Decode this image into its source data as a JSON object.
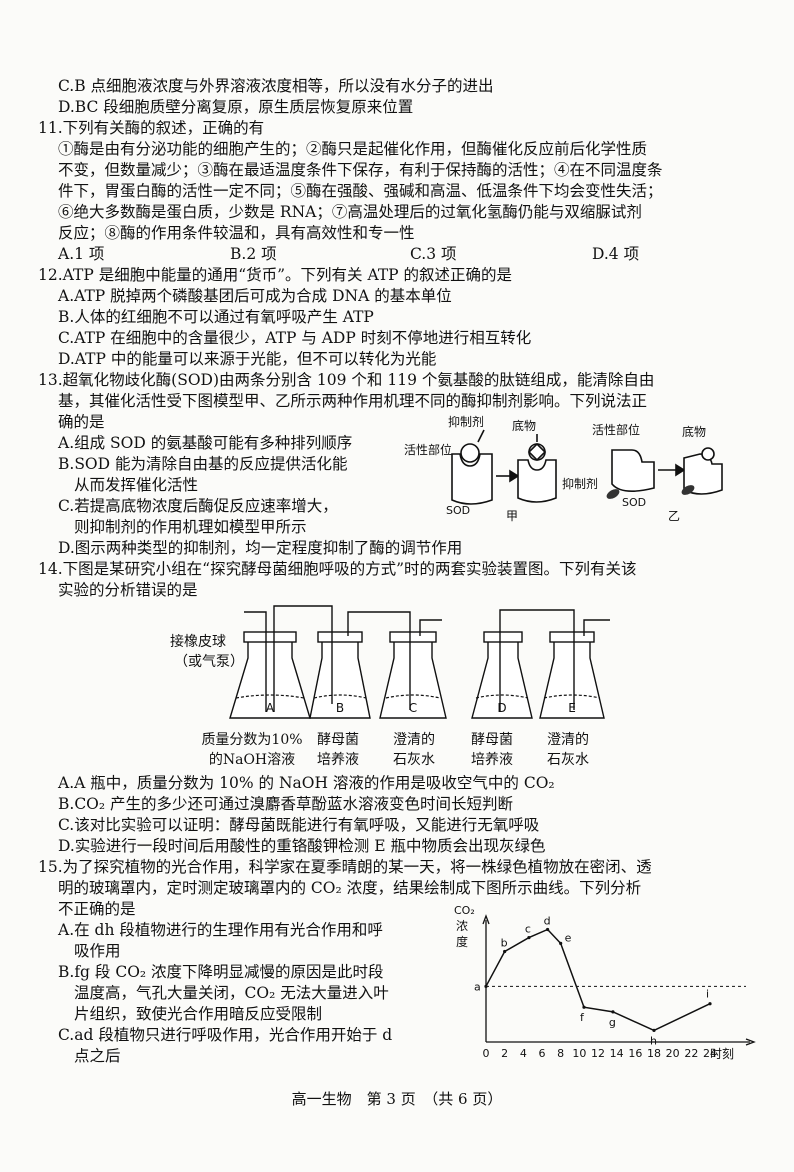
{
  "q10_tail": {
    "c": "C.B 点细胞液浓度与外界溶液浓度相等，所以没有水分子的进出",
    "d": "D.BC 段细胞质壁分离复原，原生质层恢复原来位置"
  },
  "q11": {
    "stem": "11.下列有关酶的叙述，正确的有",
    "lines": [
      "①酶是由有分泌功能的细胞产生的；②酶只是起催化作用，但酶催化反应前后化学性质",
      "不变，但数量减少；③酶在最适温度条件下保存，有利于保持酶的活性；④在不同温度条",
      "件下，胃蛋白酶的活性一定不同；⑤酶在强酸、强碱和高温、低温条件下均会变性失活；",
      "⑥绝大多数酶是蛋白质，少数是 RNA；⑦高温处理后的过氧化氢酶仍能与双缩脲试剂",
      "反应；⑧酶的作用条件较温和，具有高效性和专一性"
    ],
    "options": [
      "A.1 项",
      "B.2 项",
      "C.3 项",
      "D.4 项"
    ]
  },
  "q12": {
    "stem": "12.ATP 是细胞中能量的通用“货币”。下列有关 ATP 的叙述正确的是",
    "options": [
      "A.ATP 脱掉两个磷酸基团后可成为合成 DNA 的基本单位",
      "B.人体的红细胞不可以通过有氧呼吸产生 ATP",
      "C.ATP 在细胞中的含量很少，ATP 与 ADP 时刻不停地进行相互转化",
      "D.ATP 中的能量可以来源于光能，但不可以转化为光能"
    ]
  },
  "q13": {
    "stem1": "13.超氧化物歧化酶(SOD)由两条分别含 109 个和 119 个氨基酸的肽链组成，能清除自由",
    "stem2": "基，其催化活性受下图模型甲、乙所示两种作用机理不同的酶抑制剂影响。下列说法正",
    "stem3": "确的是",
    "a": "A.组成 SOD 的氨基酸可能有多种排列顺序",
    "b1": "B.SOD 能为清除自由基的反应提供活化能",
    "b2": "从而发挥催化活性",
    "c1": "C.若提高底物浓度后酶促反应速率增大，",
    "c2": "则抑制剂的作用机理如模型甲所示",
    "d": "D.图示两种类型的抑制剂，均一定程度抑制了酶的调节作用",
    "fig": {
      "inhibitor": "抑制剂",
      "substrate": "底物",
      "active_site": "活性部位",
      "sod": "SOD",
      "jia": "甲",
      "yi": "乙",
      "inhibitor2": "抑制剂",
      "active_site2": "活性部位",
      "substrate2": "底物",
      "sod2": "SOD"
    }
  },
  "q14": {
    "stem1": "14.下图是某研究小组在“探究酵母菌细胞呼吸的方式”时的两套实验装置图。下列有关该",
    "stem2": "实验的分析错误的是",
    "fig": {
      "pump1": "接橡皮球",
      "pump2": "（或气泵）",
      "flasks": [
        "A",
        "B",
        "C",
        "D",
        "E"
      ],
      "labels": [
        [
          "质量分数为10%",
          "的NaOH溶液"
        ],
        [
          "酵母菌",
          "培养液"
        ],
        [
          "澄清的",
          "石灰水"
        ],
        [
          "酵母菌",
          "培养液"
        ],
        [
          "澄清的",
          "石灰水"
        ]
      ]
    },
    "options": [
      "A.A 瓶中，质量分数为 10% 的 NaOH 溶液的作用是吸收空气中的 CO₂",
      "B.CO₂ 产生的多少还可通过溴麝香草酚蓝水溶液变色时间长短判断",
      "C.该对比实验可以证明：酵母菌既能进行有氧呼吸，又能进行无氧呼吸",
      "D.实验进行一段时间后用酸性的重铬酸钾检测 E 瓶中物质会出现灰绿色"
    ]
  },
  "q15": {
    "stem1": "15.为了探究植物的光合作用，科学家在夏季晴朗的某一天，将一株绿色植物放在密闭、透",
    "stem2": "明的玻璃罩内，定时测定玻璃罩内的 CO₂ 浓度，结果绘制成下图所示曲线。下列分析",
    "stem3": "不正确的是",
    "a1": "A.在 dh 段植物进行的生理作用有光合作用和呼",
    "a2": "吸作用",
    "b1": "B.fg 段 CO₂ 浓度下降明显减慢的原因是此时段",
    "b2": "温度高，气孔大量关闭，CO₂ 无法大量进入叶",
    "b3": "片组织，致使光合作用暗反应受限制",
    "c1": "C.ad 段植物只进行呼吸作用，光合作用开始于 d",
    "c2": "点之后"
  },
  "chart_data": {
    "type": "line",
    "ylabel": "CO₂ 浓度",
    "xlabel": "时刻",
    "x_ticks": [
      0,
      2,
      4,
      6,
      8,
      10,
      12,
      14,
      16,
      18,
      20,
      22,
      24
    ],
    "y_ticks": [],
    "xlim": [
      0,
      24
    ],
    "ylim": [
      0,
      1
    ],
    "series": [
      {
        "points": [
          {
            "label": "a",
            "x": 0,
            "y": 0.48
          },
          {
            "label": "b",
            "x": 2,
            "y": 0.78
          },
          {
            "label": "c",
            "x": 4.6,
            "y": 0.9
          },
          {
            "label": "d",
            "x": 6.6,
            "y": 0.97
          },
          {
            "label": "e",
            "x": 8,
            "y": 0.85
          },
          {
            "label": "f",
            "x": 10.5,
            "y": 0.3
          },
          {
            "label": "g",
            "x": 13.6,
            "y": 0.26
          },
          {
            "label": "h",
            "x": 18,
            "y": 0.1
          },
          {
            "label": "i",
            "x": 24,
            "y": 0.33
          }
        ]
      }
    ],
    "reference_line": {
      "y": 0.48,
      "style": "dashed"
    }
  },
  "footer": {
    "text": "高一生物　第 3 页　（共 6 页）"
  }
}
